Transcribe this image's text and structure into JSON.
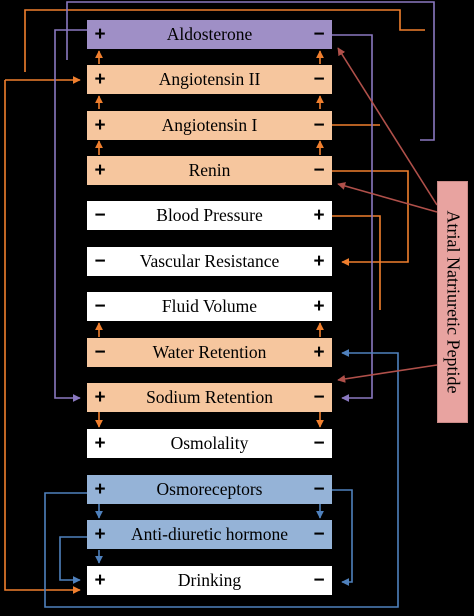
{
  "nodes": [
    {
      "id": "aldosterone",
      "label": "Aldosterone",
      "left_sign": "+",
      "right_sign": "−",
      "color": "#9f8fc6"
    },
    {
      "id": "angiotensin2",
      "label": "Angiotensin II",
      "left_sign": "+",
      "right_sign": "−",
      "color": "#f6c69e"
    },
    {
      "id": "angiotensin1",
      "label": "Angiotensin I",
      "left_sign": "+",
      "right_sign": "−",
      "color": "#f6c69e"
    },
    {
      "id": "renin",
      "label": "Renin",
      "left_sign": "+",
      "right_sign": "−",
      "color": "#f6c69e"
    },
    {
      "id": "blood-pressure",
      "label": "Blood Pressure",
      "left_sign": "−",
      "right_sign": "+",
      "color": "#ffffff"
    },
    {
      "id": "vascular-resistance",
      "label": "Vascular Resistance",
      "left_sign": "−",
      "right_sign": "+",
      "color": "#ffffff"
    },
    {
      "id": "fluid-volume",
      "label": "Fluid Volume",
      "left_sign": "−",
      "right_sign": "+",
      "color": "#ffffff"
    },
    {
      "id": "water-retention",
      "label": "Water Retention",
      "left_sign": "−",
      "right_sign": "+",
      "color": "#f6c69e"
    },
    {
      "id": "sodium-retention",
      "label": "Sodium Retention",
      "left_sign": "+",
      "right_sign": "−",
      "color": "#f6c69e"
    },
    {
      "id": "osmolality",
      "label": "Osmolality",
      "left_sign": "+",
      "right_sign": "−",
      "color": "#ffffff"
    },
    {
      "id": "osmoreceptors",
      "label": "Osmoreceptors",
      "left_sign": "+",
      "right_sign": "−",
      "color": "#95b3d7"
    },
    {
      "id": "adh",
      "label": "Anti-diuretic hormone",
      "left_sign": "+",
      "right_sign": "−",
      "color": "#95b3d7"
    },
    {
      "id": "drinking",
      "label": "Drinking",
      "left_sign": "+",
      "right_sign": "−",
      "color": "#ffffff"
    }
  ],
  "side_label": "Atrial Natriuretic Peptide",
  "colors": {
    "orange_arrow": "#f07f2e",
    "purple_arrow": "#8a78c0",
    "blue_arrow": "#4f81bd",
    "red_arrow": "#b0504a",
    "anp_box": "#e8a3a0"
  }
}
